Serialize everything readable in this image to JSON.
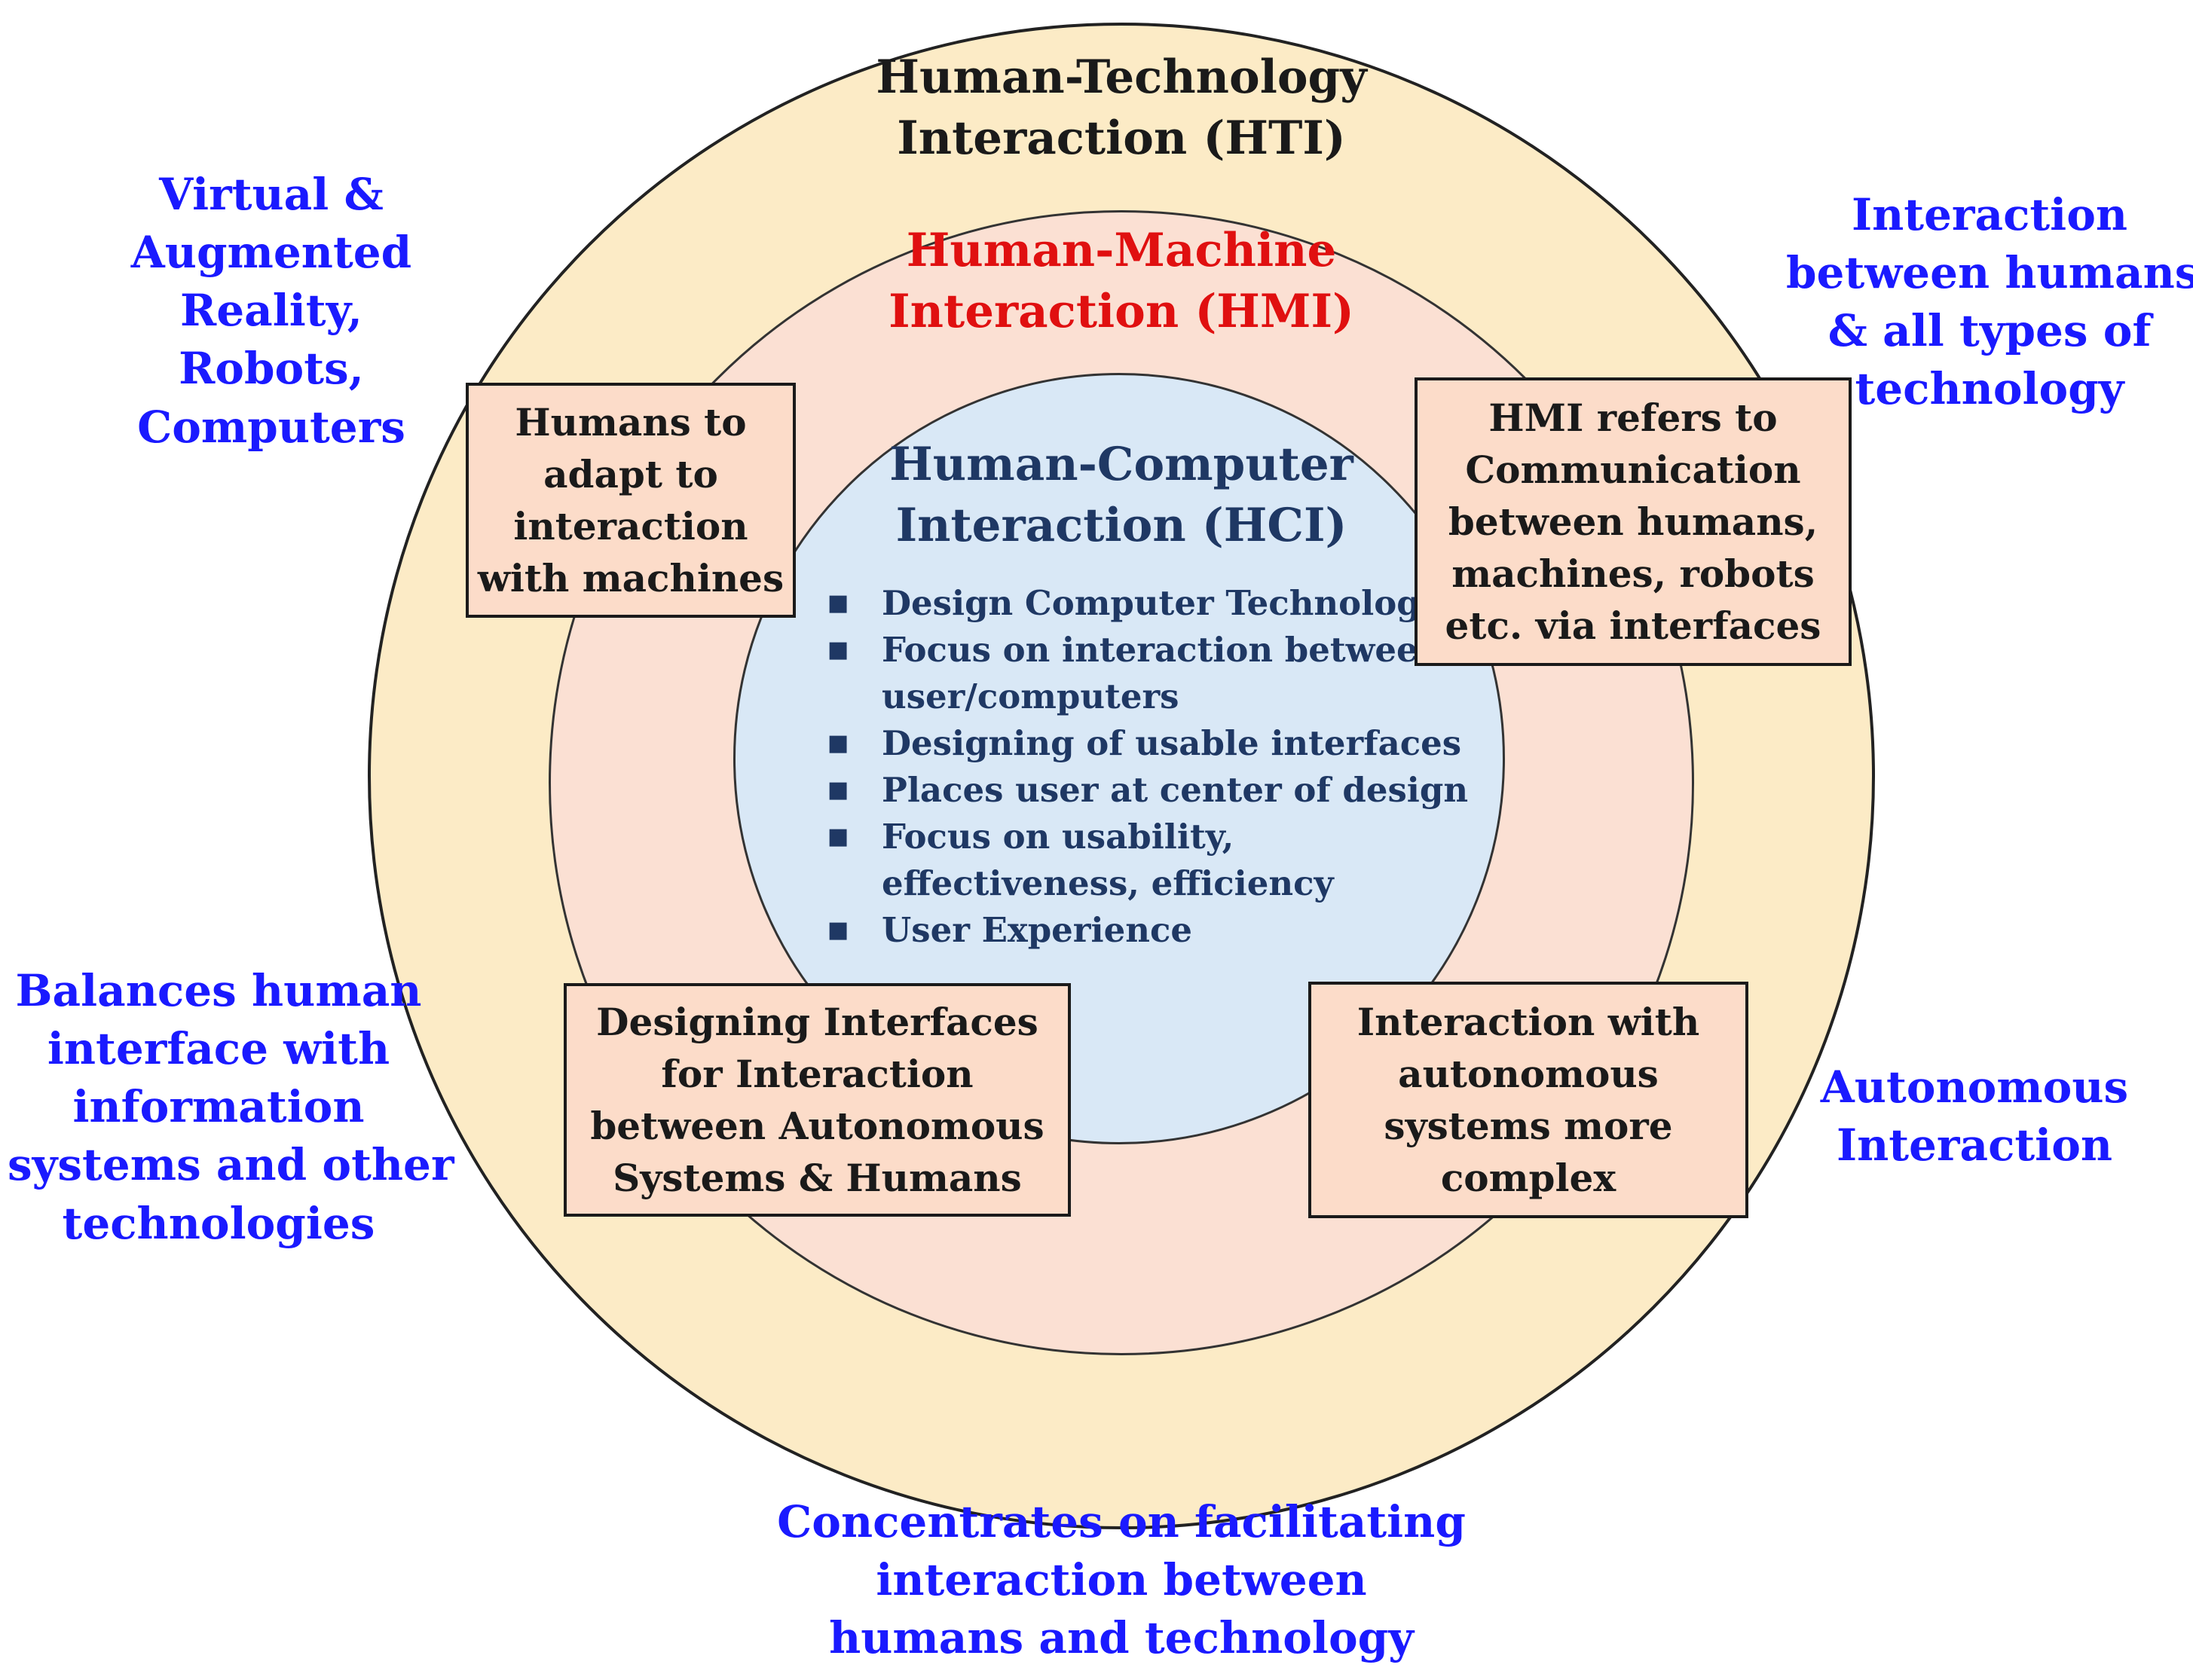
{
  "outer_ring": {
    "title": [
      "Human-Technology",
      "Interaction (HTI)"
    ]
  },
  "middle_ring": {
    "title": [
      "Human-Machine",
      "Interaction (HMI)"
    ]
  },
  "inner_circle": {
    "title": [
      "Human-Computer",
      "Interaction (HCI)"
    ],
    "bullets": [
      [
        "Design Computer Technology"
      ],
      [
        "Focus on interaction between",
        "user/computers"
      ],
      [
        "Designing of usable interfaces"
      ],
      [
        "Places user at center of design"
      ],
      [
        "Focus on usability,",
        "effectiveness, efficiency"
      ],
      [
        "User Experience"
      ]
    ]
  },
  "boxes": {
    "top_left": [
      "Humans to",
      "adapt to",
      "interaction",
      "with machines"
    ],
    "top_right": [
      "HMI refers to",
      "Communication",
      "between humans,",
      "machines, robots",
      "etc. via interfaces"
    ],
    "bottom_left": [
      "Designing Interfaces",
      "for Interaction",
      "between Autonomous",
      "Systems & Humans"
    ],
    "bottom_right": [
      "Interaction with",
      "autonomous",
      "systems more",
      "complex"
    ]
  },
  "outer_labels": {
    "top_left": [
      "Virtual &",
      "Augmented",
      "Reality,",
      "Robots,",
      "Computers"
    ],
    "top_right": [
      "Interaction",
      "between humans",
      "& all types of",
      "technology"
    ],
    "bottom_left": [
      "Balances human",
      "interface with",
      "information",
      "systems and other",
      "technologies"
    ],
    "bottom_right": [
      "Autonomous",
      "Interaction"
    ],
    "bottom": [
      "Concentrates on facilitating",
      "interaction between",
      "humans and technology"
    ]
  },
  "colors": {
    "outer_ring_fill": "#fcebc6",
    "middle_ring_fill": "#fbe0d3",
    "inner_circle_fill": "#d9e8f6",
    "box_fill": "#fcdcc9",
    "outer_label_text": "#1a1aff",
    "hmi_title_text": "#e01010",
    "hci_text": "#1f3864"
  },
  "icons": {
    "bullet": "square-bullet-icon"
  }
}
